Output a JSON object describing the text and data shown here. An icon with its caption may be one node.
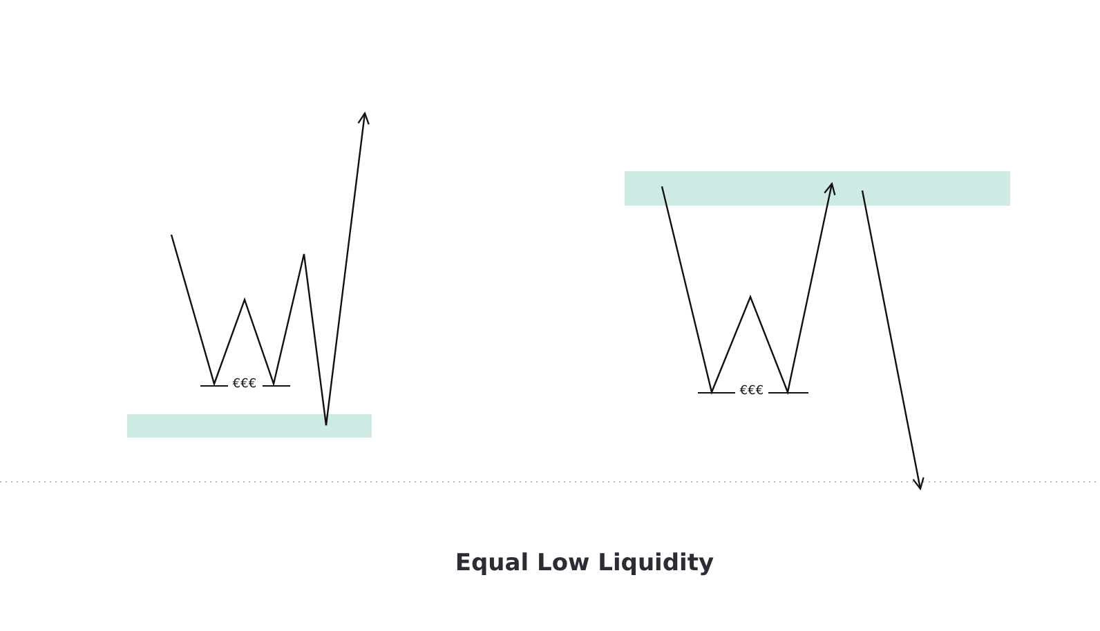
{
  "diagram": {
    "caption": "Equal Low Liquidity",
    "nodes": [
      {
        "text": [],
        "shape": "bar"
      },
      {
        "text": [],
        "shape": "bar"
      }
    ],
    "labels": [
      "€€€",
      "€€€"
    ]
  }
}
